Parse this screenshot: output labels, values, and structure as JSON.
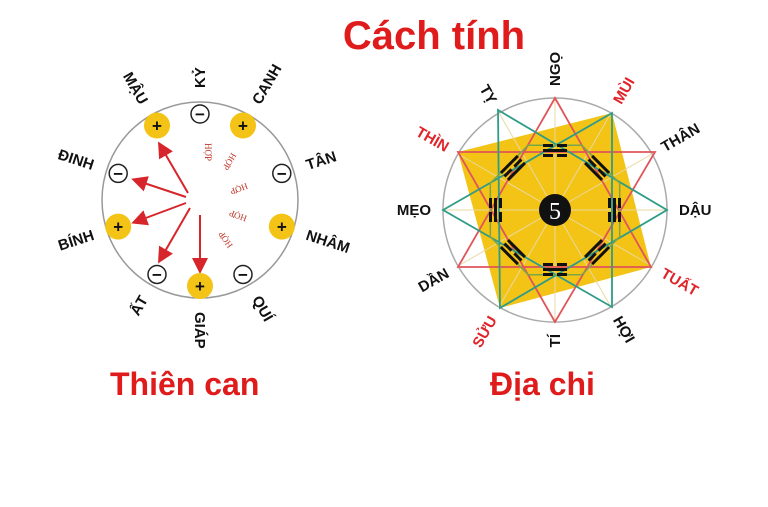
{
  "title": "Cách tính",
  "left": {
    "caption": "Thiên can",
    "stems": [
      {
        "name": "MẬU",
        "sign": "+"
      },
      {
        "name": "KỶ",
        "sign": "−"
      },
      {
        "name": "CANH",
        "sign": "+"
      },
      {
        "name": "TÂN",
        "sign": "−"
      },
      {
        "name": "NHÂM",
        "sign": "+"
      },
      {
        "name": "QUÍ",
        "sign": "−"
      },
      {
        "name": "GIÁP",
        "sign": "+"
      },
      {
        "name": "ẤT",
        "sign": "−"
      },
      {
        "name": "BÍNH",
        "sign": "+"
      },
      {
        "name": "ĐINH",
        "sign": "−"
      }
    ],
    "hop_label": "HỢP"
  },
  "right": {
    "caption": "Địa chi",
    "center": "5",
    "branches": [
      "NGỌ",
      "MÙI",
      "THÂN",
      "DẬU",
      "TUẤT",
      "HỢI",
      "TÍ",
      "SỬU",
      "DẦN",
      "MẸO",
      "THÌN",
      "TỴ"
    ],
    "highlighted": [
      "MÙI",
      "TUẤT",
      "SỬU",
      "THÌN"
    ]
  },
  "colors": {
    "red": "#e01b1b",
    "yellow": "#f3c316",
    "green": "#2e9c88"
  }
}
